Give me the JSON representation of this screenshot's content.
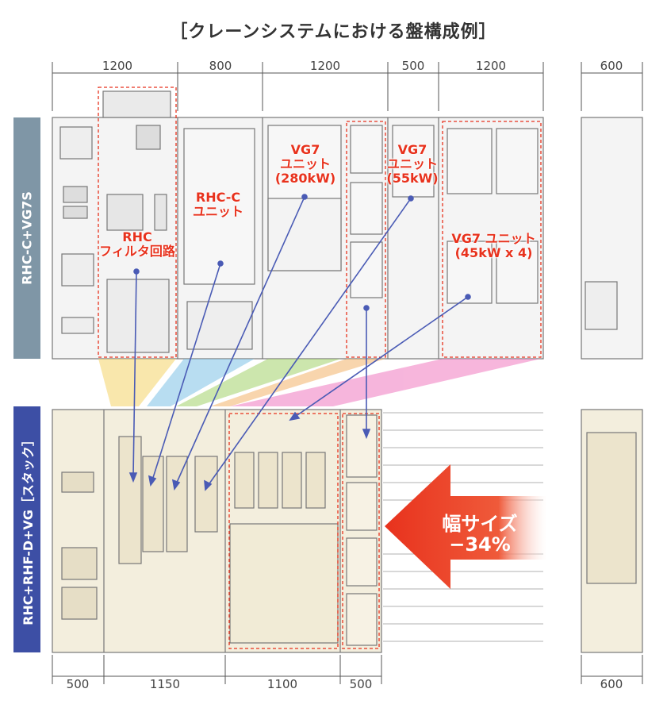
{
  "title": "［クレーンシステムにおける盤構成例］",
  "side_labels": {
    "top": "RHC-C+VG7S",
    "bottom": "RHC+RHF-D+VG［スタック］"
  },
  "top_dimensions": [
    "1200",
    "800",
    "1200",
    "500",
    "1200"
  ],
  "top_side_dimension": "600",
  "bottom_dimensions": [
    "500",
    "1150",
    "1100",
    "500"
  ],
  "bottom_side_dimension": "600",
  "unit_labels": {
    "rhc_filter": "RHC\nフィルタ回路",
    "rhc_c": "RHC-C\nユニット",
    "vg7_280": "VG7\nユニット\n(280kW)",
    "vg7_55": "VG7\nユニット\n(55kW)",
    "vg7_45": "VG7 ユニット\n(45kW x 4)"
  },
  "size_arrow": {
    "line1": "幅サイズ",
    "line2": "−34%"
  },
  "colors": {
    "accent_red": "#e8321d",
    "top_label_bg": "#7f96a6",
    "bottom_label_bg": "#3d4fa5",
    "cabinet_beige": "#f3eedd",
    "arrow_blue": "#4a5bb5"
  }
}
